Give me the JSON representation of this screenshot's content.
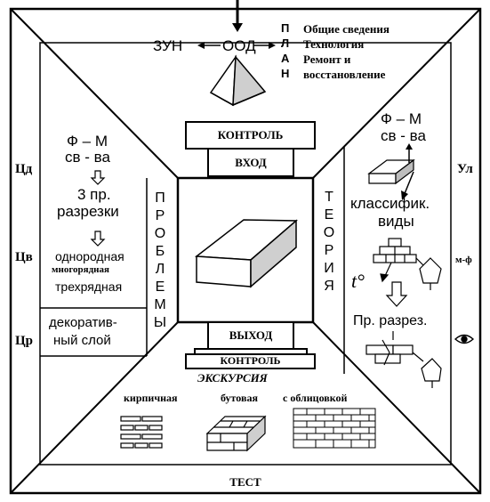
{
  "top": {
    "zun": "ЗУН",
    "ood": "ООД",
    "plan_letters": [
      "П",
      "Л",
      "А",
      "Н"
    ],
    "plan_items": [
      "Общие сведения",
      "Технология",
      "Ремонт и",
      "восстановление"
    ]
  },
  "center": {
    "control_top": "КОНТРОЛЬ",
    "entrance": "ВХОД",
    "exit": "ВЫХОД",
    "control_bottom": "КОНТРОЛЬ",
    "problems_vertical": [
      "П",
      "Р",
      "О",
      "Б",
      "Л",
      "Е",
      "М",
      "Ы"
    ],
    "theory_vertical": [
      "Т",
      "Е",
      "О",
      "Р",
      "И",
      "Я"
    ]
  },
  "left": {
    "side_labels": [
      "Цд",
      "Цв",
      "Цр"
    ],
    "fm": "Ф – М",
    "props": "св - ва",
    "cuts_1": "3 пр.",
    "cuts_2": "разрезки",
    "row_1": "однородная",
    "row_2": "многорядная",
    "row_3": "трехрядная",
    "deco_1": "декоратив-",
    "deco_2": "ный слой"
  },
  "right": {
    "side_labels": [
      "Ул",
      "м-ф"
    ],
    "fm": "Ф – М",
    "props": "св - ва",
    "classif_1": "классифик.",
    "classif_2": "виды",
    "temp": "t°",
    "cut": "Пр. разрез."
  },
  "bottom": {
    "excursion": "ЭКСКУРСИЯ",
    "types": [
      "кирпичная",
      "бутовая",
      "с облицовкой"
    ],
    "test": "ТЕСТ"
  }
}
